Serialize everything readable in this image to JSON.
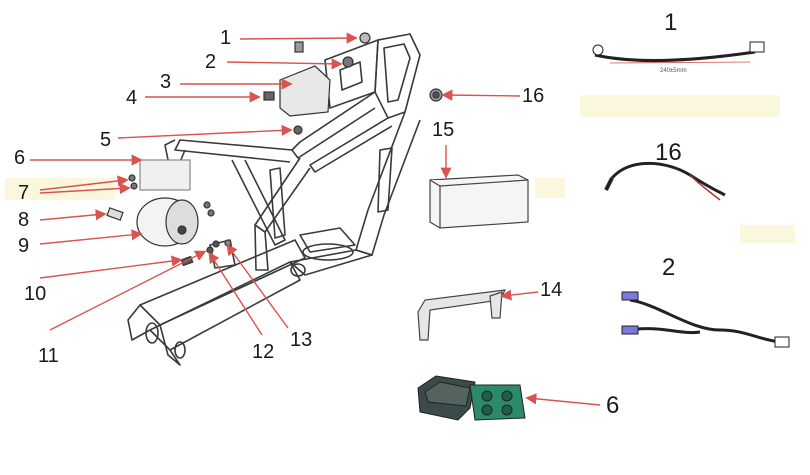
{
  "diagram": {
    "callouts": [
      {
        "id": "c1",
        "text": "1"
      },
      {
        "id": "c2",
        "text": "2"
      },
      {
        "id": "c3",
        "text": "3"
      },
      {
        "id": "c4",
        "text": "4"
      },
      {
        "id": "c5",
        "text": "5"
      },
      {
        "id": "c6",
        "text": "6"
      },
      {
        "id": "c7",
        "text": "7"
      },
      {
        "id": "c8",
        "text": "8"
      },
      {
        "id": "c9",
        "text": "9"
      },
      {
        "id": "c10",
        "text": "10"
      },
      {
        "id": "c11",
        "text": "11"
      },
      {
        "id": "c12",
        "text": "12"
      },
      {
        "id": "c13",
        "text": "13"
      },
      {
        "id": "c14",
        "text": "14"
      },
      {
        "id": "c15",
        "text": "15"
      },
      {
        "id": "c16",
        "text": "16"
      },
      {
        "id": "c6b",
        "text": "6"
      }
    ],
    "part_labels": {
      "part1": "1",
      "part16": "16",
      "part2": "2"
    },
    "cable_measure_text": "240±5mm",
    "colors": {
      "frame_line": "#3a3a3a",
      "arrow": "#d9534f",
      "bms_green": "#2a8a6a",
      "case_dark": "#3b4a4a",
      "highlight_bar": "#fbf7dc"
    }
  }
}
